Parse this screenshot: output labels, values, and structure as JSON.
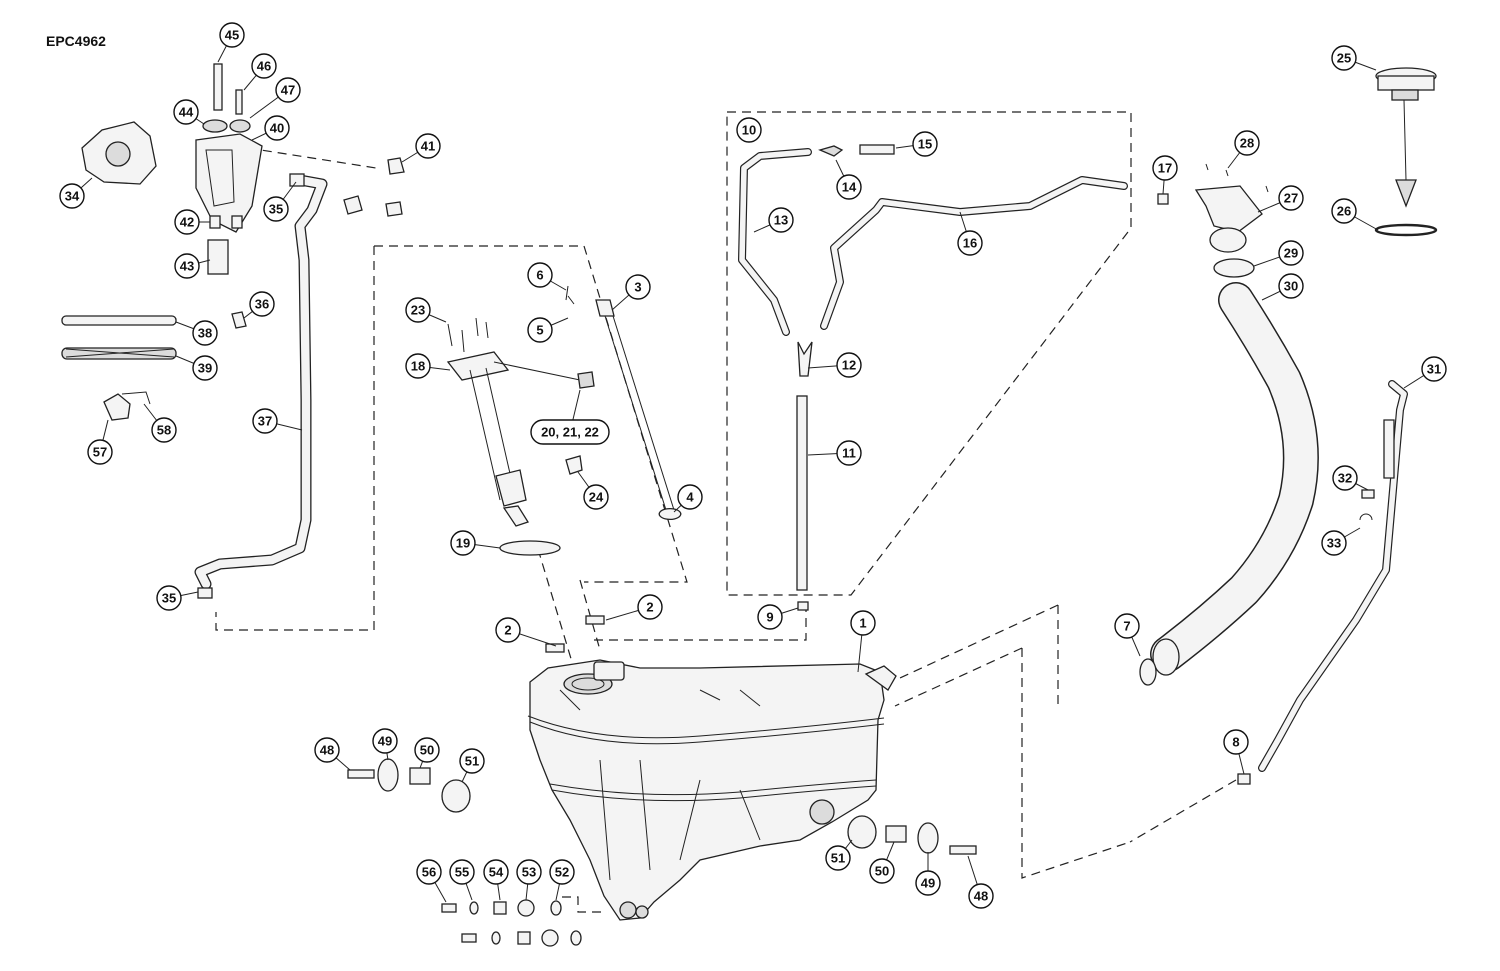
{
  "diagram": {
    "reference_id": "EPC4962",
    "callouts": [
      {
        "label": "1"
      },
      {
        "label": "2"
      },
      {
        "label": "2"
      },
      {
        "label": "3"
      },
      {
        "label": "4"
      },
      {
        "label": "5"
      },
      {
        "label": "6"
      },
      {
        "label": "7"
      },
      {
        "label": "8"
      },
      {
        "label": "9"
      },
      {
        "label": "10"
      },
      {
        "label": "11"
      },
      {
        "label": "12"
      },
      {
        "label": "13"
      },
      {
        "label": "14"
      },
      {
        "label": "15"
      },
      {
        "label": "16"
      },
      {
        "label": "17"
      },
      {
        "label": "18"
      },
      {
        "label": "19"
      },
      {
        "label": "20, 21, 22"
      },
      {
        "label": "23"
      },
      {
        "label": "24"
      },
      {
        "label": "25"
      },
      {
        "label": "26"
      },
      {
        "label": "27"
      },
      {
        "label": "28"
      },
      {
        "label": "29"
      },
      {
        "label": "30"
      },
      {
        "label": "31"
      },
      {
        "label": "32"
      },
      {
        "label": "33"
      },
      {
        "label": "34"
      },
      {
        "label": "35"
      },
      {
        "label": "35"
      },
      {
        "label": "36"
      },
      {
        "label": "37"
      },
      {
        "label": "38"
      },
      {
        "label": "39"
      },
      {
        "label": "40"
      },
      {
        "label": "41"
      },
      {
        "label": "42"
      },
      {
        "label": "43"
      },
      {
        "label": "44"
      },
      {
        "label": "45"
      },
      {
        "label": "46"
      },
      {
        "label": "47"
      },
      {
        "label": "48"
      },
      {
        "label": "48"
      },
      {
        "label": "49"
      },
      {
        "label": "49"
      },
      {
        "label": "50"
      },
      {
        "label": "50"
      },
      {
        "label": "51"
      },
      {
        "label": "51"
      },
      {
        "label": "52"
      },
      {
        "label": "53"
      },
      {
        "label": "54"
      },
      {
        "label": "55"
      },
      {
        "label": "56"
      },
      {
        "label": "57"
      },
      {
        "label": "58"
      }
    ]
  }
}
